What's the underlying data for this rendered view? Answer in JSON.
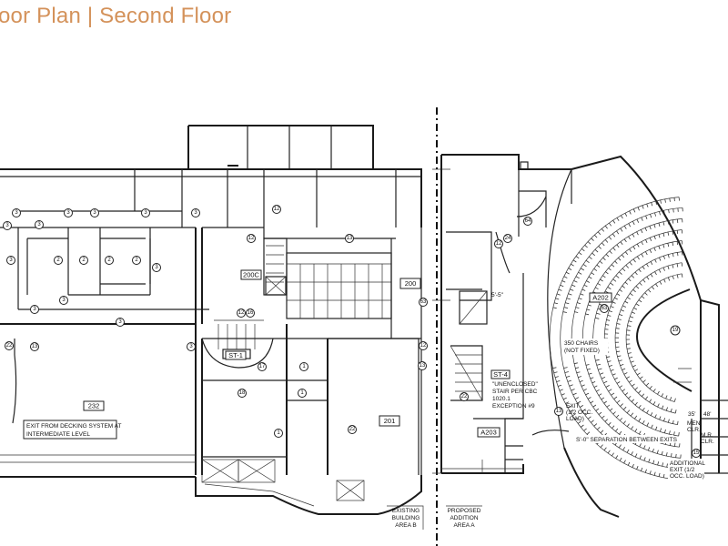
{
  "title": "oor Plan | Second Floor",
  "rooms": {
    "r232": "232",
    "r200": "200",
    "r200c": "200C",
    "r201": "201",
    "st1": "ST-1",
    "st4": "ST-4",
    "a202": "A202",
    "a203": "A203"
  },
  "notes": {
    "exit_line1": "EXIT FROM DECKING SYSTEM AT",
    "exit_line2": "INTERMEDIATE LEVEL",
    "stair_line1": "\"UNENCLOSED\"",
    "stair_line2": "STAIR PER CBC",
    "stair_line3": "1020.1",
    "stair_line4": "EXCEPTION #9",
    "chairs_line1": "350 CHAIRS",
    "chairs_line2": "(NOT FIXED)",
    "sep_line": "S'-0\" SEPARATION BETWEEN EXITS",
    "exit_load_line1": "EXIT",
    "exit_load_line2": "(1/2 OCC.",
    "exit_load_line3": "LOAD)",
    "add_exit_line1": "ADDITIONAL",
    "add_exit_line2": "EXIT (1/2",
    "add_exit_line3": "OCC. LOAD)",
    "men": "MEN",
    "clr": "CLR.",
    "mr": "M.R.",
    "clr2": "CLR.",
    "dim_35": "35'",
    "dim_48": "48'",
    "dim_55": "5'-5\"",
    "existing_line1": "EXISTING",
    "existing_line2": "BUILDING",
    "existing_line3": "AREA B",
    "proposed_line1": "PROPOSED",
    "proposed_line2": "ADDITION",
    "proposed_line3": "AREA A"
  },
  "tags": [
    "3",
    "3",
    "3",
    "3",
    "3",
    "3",
    "3",
    "3",
    "2",
    "2",
    "2",
    "2",
    "3",
    "3",
    "3",
    "3",
    "3",
    "13",
    "22",
    "12",
    "12",
    "12",
    "13",
    "16",
    "63",
    "12",
    "13",
    "1",
    "1",
    "18",
    "1",
    "22",
    "24",
    "64",
    "12",
    "22",
    "13",
    "19",
    "63",
    "17",
    "15"
  ]
}
